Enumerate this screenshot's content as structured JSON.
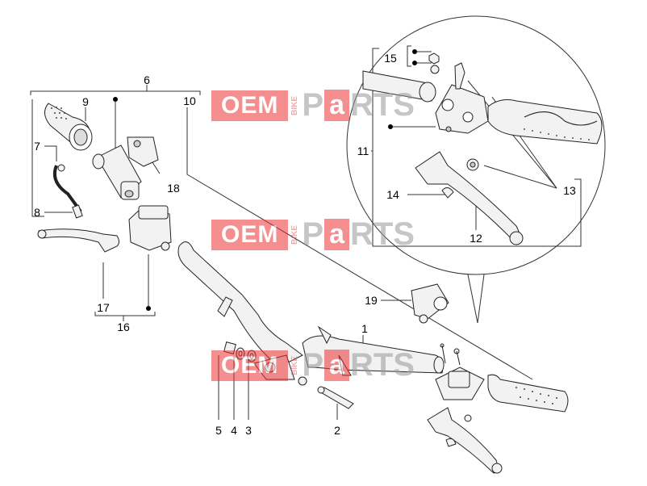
{
  "watermark": {
    "oem": "OEM",
    "bike": "BIKE",
    "p": "P",
    "a": "a",
    "rts": "RTS"
  },
  "callouts": [
    {
      "id": "c1",
      "text": "1"
    },
    {
      "id": "c2",
      "text": "2"
    },
    {
      "id": "c3",
      "text": "3"
    },
    {
      "id": "c4",
      "text": "4"
    },
    {
      "id": "c5",
      "text": "5"
    },
    {
      "id": "c6",
      "text": "6"
    },
    {
      "id": "c7",
      "text": "7"
    },
    {
      "id": "c8",
      "text": "8"
    },
    {
      "id": "c9",
      "text": "9"
    },
    {
      "id": "c10",
      "text": "10"
    },
    {
      "id": "c11",
      "text": "11"
    },
    {
      "id": "c12",
      "text": "12"
    },
    {
      "id": "c13",
      "text": "13"
    },
    {
      "id": "c14",
      "text": "14"
    },
    {
      "id": "c15",
      "text": "15"
    },
    {
      "id": "c16",
      "text": "16"
    },
    {
      "id": "c17",
      "text": "17"
    },
    {
      "id": "c18",
      "text": "18"
    },
    {
      "id": "c19",
      "text": "19"
    }
  ],
  "colors": {
    "line": "#333333",
    "part_fill": "#f2f2f2",
    "part_stroke": "#222222",
    "watermark_red": "#e33333"
  }
}
